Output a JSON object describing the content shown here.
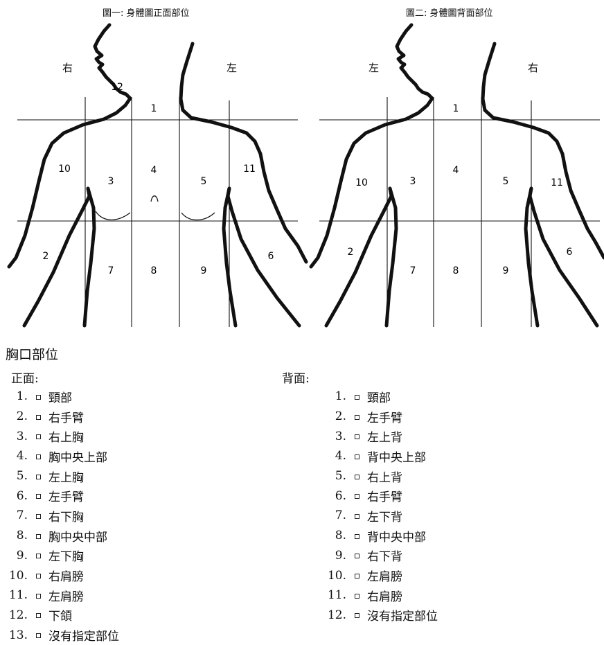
{
  "front": {
    "title": "圖一: 身體圖正面部位",
    "side_right": "右",
    "side_left": "左",
    "regions": {
      "r1": "1",
      "r2": "2",
      "r3": "3",
      "r4": "4",
      "r5": "5",
      "r6": "6",
      "r7": "7",
      "r8": "8",
      "r9": "9",
      "r10": "10",
      "r11": "11",
      "r12": "12"
    }
  },
  "back": {
    "title": "圖二: 身體圖背面部位",
    "side_left": "左",
    "side_right": "右",
    "regions": {
      "r1": "1",
      "r2": "2",
      "r3": "3",
      "r4": "4",
      "r5": "5",
      "r6": "6",
      "r7": "7",
      "r8": "8",
      "r9": "9",
      "r10": "10",
      "r11": "11"
    }
  },
  "section_title": "胸口部位",
  "front_heading": "正面:",
  "back_heading": "背面:",
  "front_items": [
    {
      "num": "1.",
      "label": "頸部"
    },
    {
      "num": "2.",
      "label": "右手臂"
    },
    {
      "num": "3.",
      "label": "右上胸"
    },
    {
      "num": "4.",
      "label": "胸中央上部"
    },
    {
      "num": "5.",
      "label": "左上胸"
    },
    {
      "num": "6.",
      "label": "左手臂"
    },
    {
      "num": "7.",
      "label": "右下胸"
    },
    {
      "num": "8.",
      "label": "胸中央中部"
    },
    {
      "num": "9.",
      "label": "左下胸"
    },
    {
      "num": "10.",
      "label": "右肩膀"
    },
    {
      "num": "11.",
      "label": "左肩膀"
    },
    {
      "num": "12.",
      "label": "下頜"
    },
    {
      "num": "13.",
      "label": "沒有指定部位"
    }
  ],
  "back_items": [
    {
      "num": "1.",
      "label": "頸部"
    },
    {
      "num": "2.",
      "label": "左手臂"
    },
    {
      "num": "3.",
      "label": "左上背"
    },
    {
      "num": "4.",
      "label": "背中央上部"
    },
    {
      "num": "5.",
      "label": "右上背"
    },
    {
      "num": "6.",
      "label": "右手臂"
    },
    {
      "num": "7.",
      "label": "左下背"
    },
    {
      "num": "8.",
      "label": "背中央中部"
    },
    {
      "num": "9.",
      "label": "右下背"
    },
    {
      "num": "10.",
      "label": "左肩膀"
    },
    {
      "num": "11.",
      "label": "右肩膀"
    },
    {
      "num": "12.",
      "label": "沒有指定部位"
    }
  ]
}
